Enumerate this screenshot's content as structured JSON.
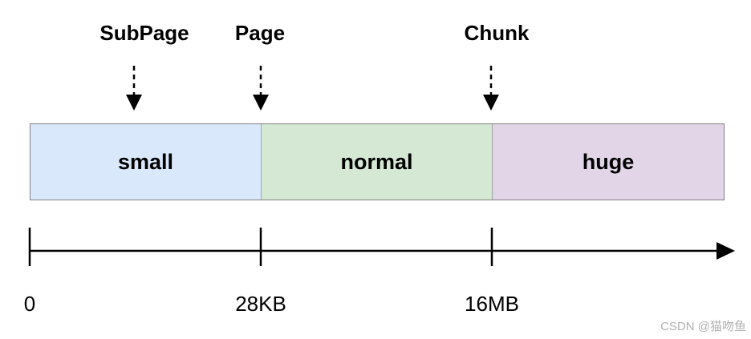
{
  "pointers": {
    "subpage": "SubPage",
    "page": "Page",
    "chunk": "Chunk"
  },
  "segments": {
    "small": {
      "label": "small",
      "color": "#dae8fc"
    },
    "normal": {
      "label": "normal",
      "color": "#d5e8d4"
    },
    "huge": {
      "label": "huge",
      "color": "#e1d5e7"
    }
  },
  "axis": {
    "ticks": [
      "0",
      "28KB",
      "16MB"
    ]
  },
  "watermark": "CSDN @猫吻鱼"
}
